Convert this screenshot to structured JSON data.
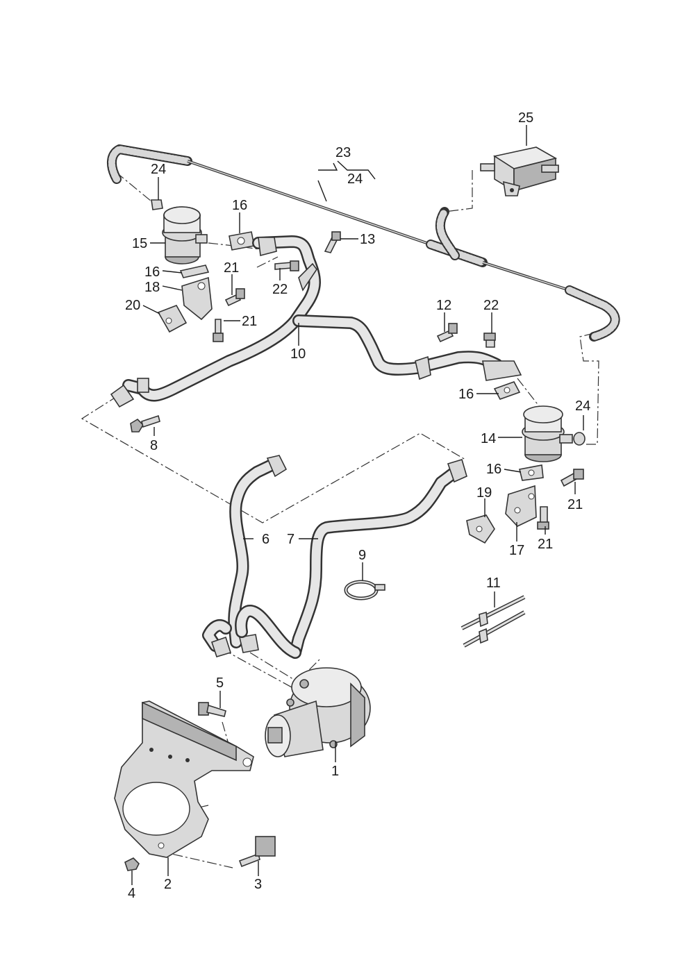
{
  "callouts": {
    "c1": "1",
    "c2": "2",
    "c3": "3",
    "c4": "4",
    "c5": "5",
    "c6": "6",
    "c7": "7",
    "c8": "8",
    "c9": "9",
    "c10": "10",
    "c11": "11",
    "c12": "12",
    "c13": "13",
    "c14": "14",
    "c15": "15",
    "c16a": "16",
    "c16b": "16",
    "c16c": "16",
    "c16d": "16",
    "c17": "17",
    "c18": "18",
    "c19": "19",
    "c20": "20",
    "c21a": "21",
    "c21b": "21",
    "c21c": "21",
    "c21d": "21",
    "c22a": "22",
    "c22b": "22",
    "c23": "23",
    "c24a": "24",
    "c24b": "24",
    "c24c": "24",
    "c25": "25"
  }
}
